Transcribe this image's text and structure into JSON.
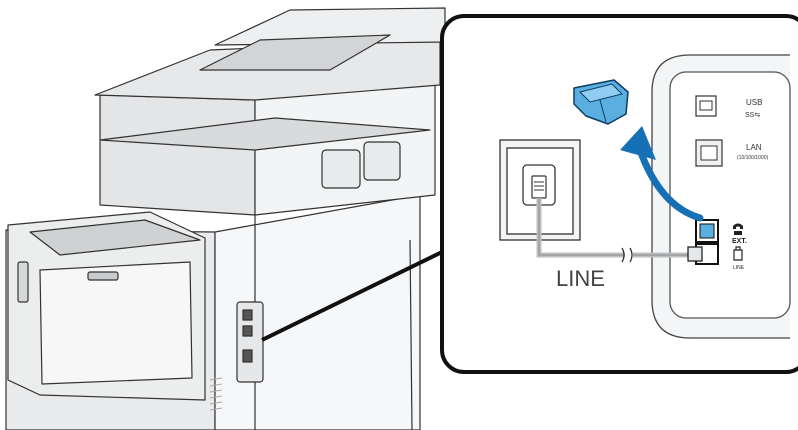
{
  "callout": {
    "line_label": "LINE",
    "ports": {
      "usb_label": "USB",
      "usb_symbol": "SS⇆",
      "lan_label": "LAN",
      "lan_speed": "(10/100/1000)",
      "ext_label": "EXT.",
      "line_small": "LINE"
    }
  },
  "colors": {
    "outline": "#111111",
    "printer_light": "#f1f2f3",
    "printer_mid": "#dcdee0",
    "printer_dark": "#b9bcbf",
    "cap_blue": "#5aaee0",
    "arrow_blue": "#1670b6",
    "cable_gray": "#bdbfc1"
  }
}
